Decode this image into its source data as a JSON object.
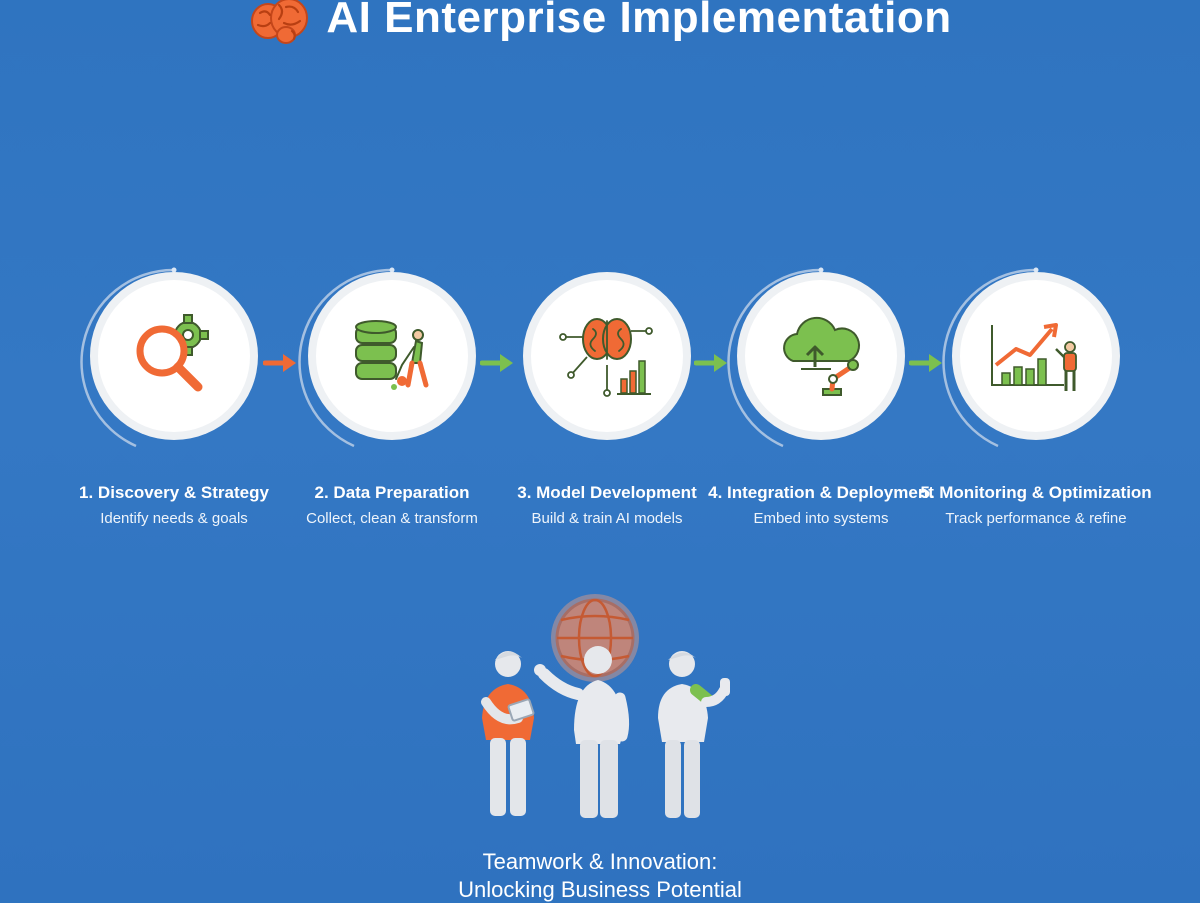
{
  "header": {
    "title": "AI Enterprise Implementation",
    "icon": "brain-icon"
  },
  "colors": {
    "background": "#3276c2",
    "accent_orange": "#f06a35",
    "accent_green": "#7cc04f",
    "circle_fill": "#ffffff",
    "ring": "#b9cde6"
  },
  "steps": [
    {
      "title": "1. Discovery & Strategy",
      "description": "Identify needs & goals",
      "icon": "magnifier-gear-icon"
    },
    {
      "title": "2. Data Preparation",
      "description": "Collect, clean & transform",
      "icon": "database-worker-icon"
    },
    {
      "title": "3. Model Development",
      "description": "Build & train AI models",
      "icon": "neural-brain-chart-icon"
    },
    {
      "title": "4. Integration & Deployment",
      "description": "Embed into systems",
      "icon": "cloud-upload-robot-arm-icon"
    },
    {
      "title": "5. Monitoring & Optimization",
      "description": "Track performance & refine",
      "icon": "growth-chart-person-icon"
    }
  ],
  "footer": {
    "line1": "Teamwork & Innovation:",
    "line2": "Unlocking Business Potential"
  }
}
